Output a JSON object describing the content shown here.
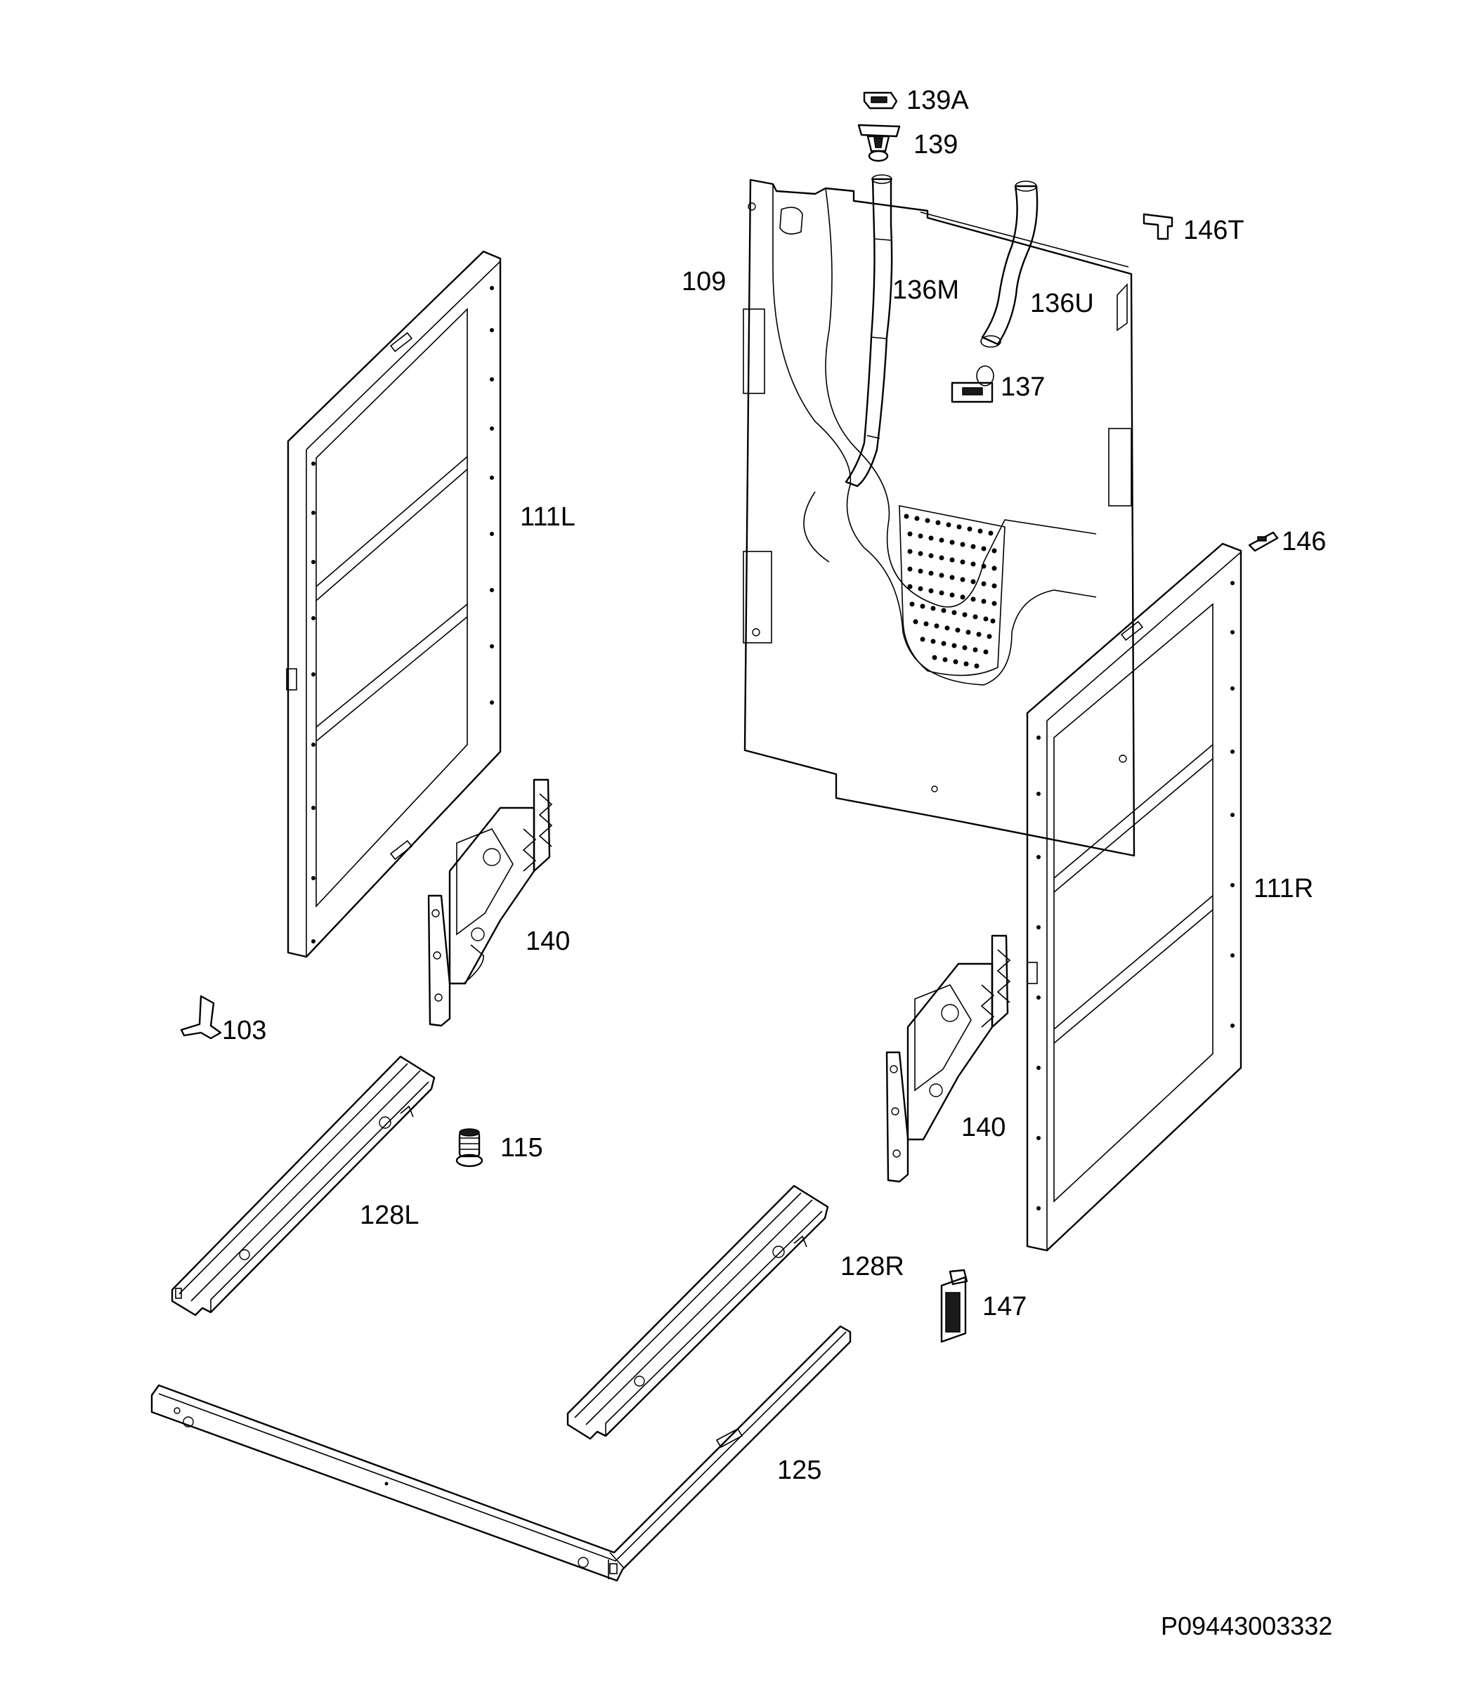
{
  "callouts": {
    "c139A": "139A",
    "c139": "139",
    "c146T": "146T",
    "c109": "109",
    "c136M": "136M",
    "c136U": "136U",
    "c137": "137",
    "c111L": "111L",
    "c146": "146",
    "c111R": "111R",
    "c140a": "140",
    "c140b": "140",
    "c103": "103",
    "c115": "115",
    "c128L": "128L",
    "c128R": "128R",
    "c147": "147",
    "c125": "125"
  },
  "drawing_code": "P09443003332"
}
